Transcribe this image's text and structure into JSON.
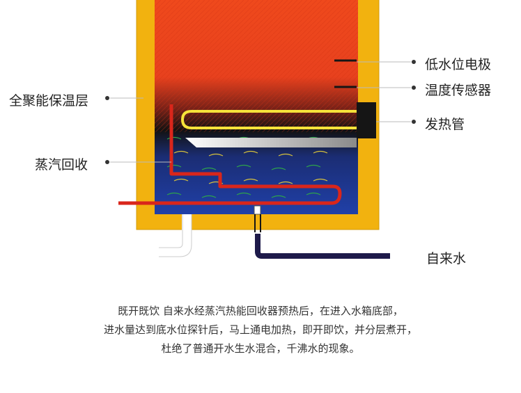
{
  "labels": {
    "insulation": "全聚能保温层",
    "steam_recovery": "蒸汽回收",
    "low_water_electrode": "低水位电极",
    "temp_sensor": "温度传感器",
    "heating_tube": "发热管",
    "tap_water": "自来水"
  },
  "description": [
    "既开既饮  自来水经蒸汽热能回收器预热后，在进入水箱底部，",
    "进水量达到底水位探针后，马上通电加热，即开即饮，并分层煮开，",
    "杜绝了普通开水生水混合，千沸水的现象。"
  ],
  "colors": {
    "insulation": "#f2b20f",
    "hot_water": "#e9391e",
    "cold_water": "#1f3c9a",
    "pipe": "#d9261b",
    "heating_tube": "#f5e23a",
    "inlet_pipe": "#1e1a4a"
  }
}
